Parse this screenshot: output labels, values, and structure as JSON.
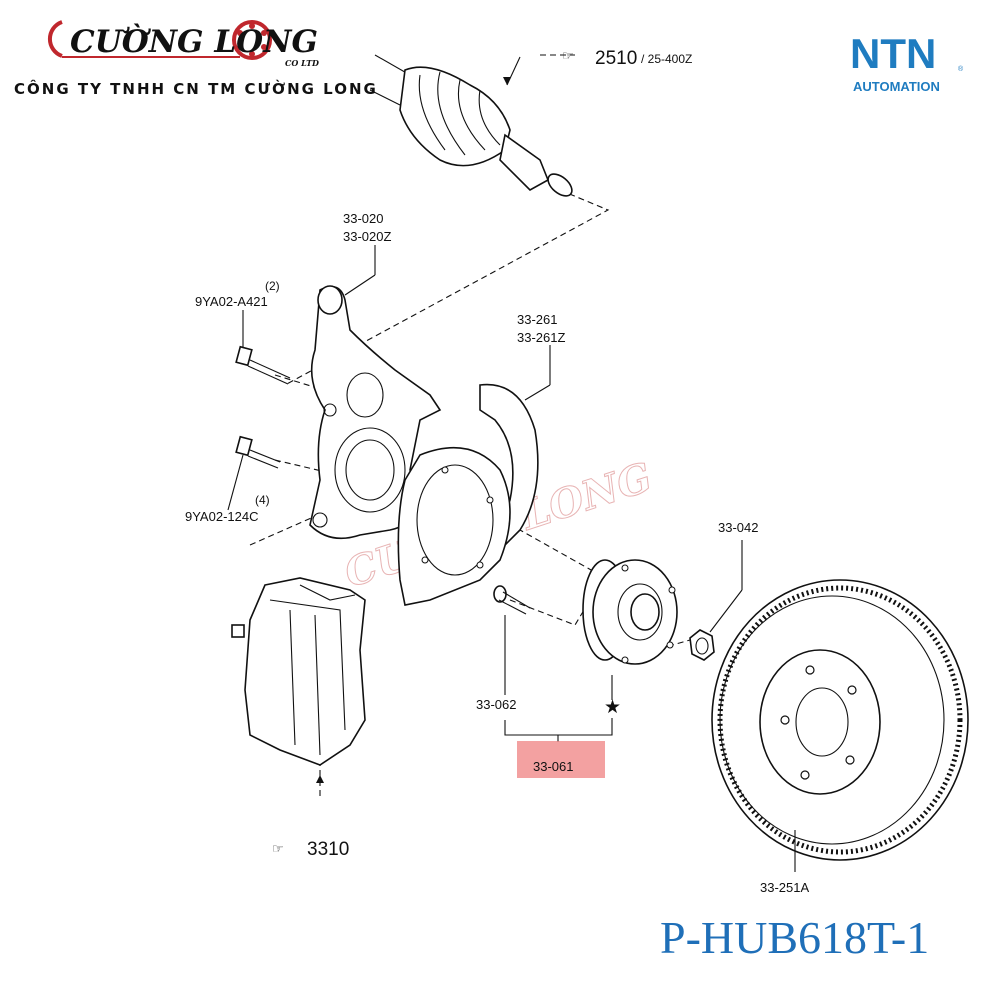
{
  "company": {
    "logo_text": "CƯỜNG LONG",
    "logo_suffix": "CO LTD",
    "full_name": "CÔNG TY TNHH CN TM CƯỜNG LONG",
    "logo_color": "#c0272d"
  },
  "brand": {
    "name": "NTN",
    "subtitle": "AUTOMATION",
    "registered": "®",
    "color": "#1f7cc0"
  },
  "watermark": "CƯỜNG LONG",
  "callouts": {
    "drive_shaft_ref": "2510",
    "drive_shaft_alt": "/ 25-400Z",
    "knuckle": [
      "33-020",
      "33-020Z"
    ],
    "bolt_upper_qty": "(2)",
    "bolt_upper": "9YA02-A421",
    "bolt_lower_qty": "(4)",
    "bolt_lower": "9YA02-124C",
    "dust_shield": [
      "33-261",
      "33-261Z"
    ],
    "hub_nut": "33-042",
    "hub_bolt": "33-062",
    "hub_assembly": "33-061",
    "hub_star": "★",
    "caliper_ref": "3310",
    "rotor": "33-251A"
  },
  "highlight_color": "#f08a8a",
  "part_code": "P-HUB618T-1"
}
